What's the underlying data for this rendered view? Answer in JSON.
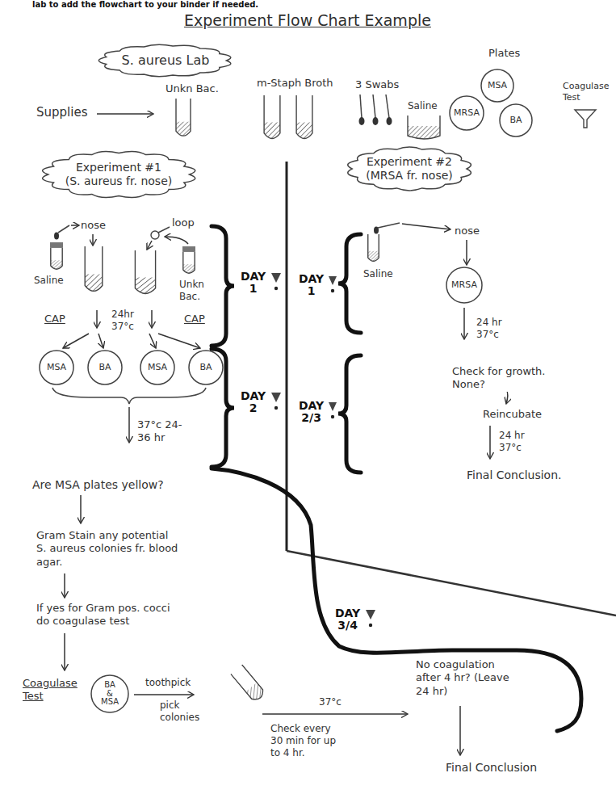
{
  "diagram": {
    "title": "Experiment Flow Chart Example",
    "nodes": [
      {
        "text": [
          "S. aureus Lab"
        ]
      },
      {
        "text": [
          "MSA"
        ]
      },
      {
        "text": [
          "MRSA"
        ]
      },
      {
        "text": [
          "BA"
        ]
      },
      {
        "text": [
          "Experiment #1",
          "(S. aureus fr. nose)"
        ]
      },
      {
        "text": [
          "Experiment #2",
          "(MRSA fr. nose)"
        ]
      },
      {
        "text": [
          "MRSA"
        ]
      },
      {
        "text": [
          "MSA"
        ]
      },
      {
        "text": [
          "BA"
        ]
      },
      {
        "text": [
          "MSA"
        ]
      },
      {
        "text": [
          "BA"
        ]
      },
      {
        "text": [
          "BA & MSA"
        ]
      }
    ],
    "labels": [
      "lab to add the flowchart to your binder if needed.",
      "Supplies",
      "Unkn Bac.",
      "m-Staph Broth",
      "3 Swabs",
      "Plates",
      "Coagulase Test",
      "Saline",
      "Saline",
      "nose",
      "loop",
      "Unkn Bac.",
      "CAP",
      "24hr 37°c",
      "CAP",
      "DAY 1",
      "DAY 1",
      "Saline",
      "nose",
      "24 hr 37°c",
      "DAY 2",
      "DAY 2/3",
      "Check for growth. None?",
      "Reincubate",
      "24 hr 37°c",
      "37°c 24-36 hr",
      "Final Conclusion.",
      "Are MSA plates yellow?",
      "Gram Stain any potential S. aureus colonies fr. blood agar.",
      "If yes for Gram pos. cocci do coagulase test",
      "DAY 3/4",
      "No coagulation after 4 hr? (Leave 24 hr)",
      "Coagulase Test",
      "toothpick",
      "pick colonies",
      "37°c",
      "Check every 30 min for up to 4 hr.",
      "Final Conclusion"
    ]
  }
}
